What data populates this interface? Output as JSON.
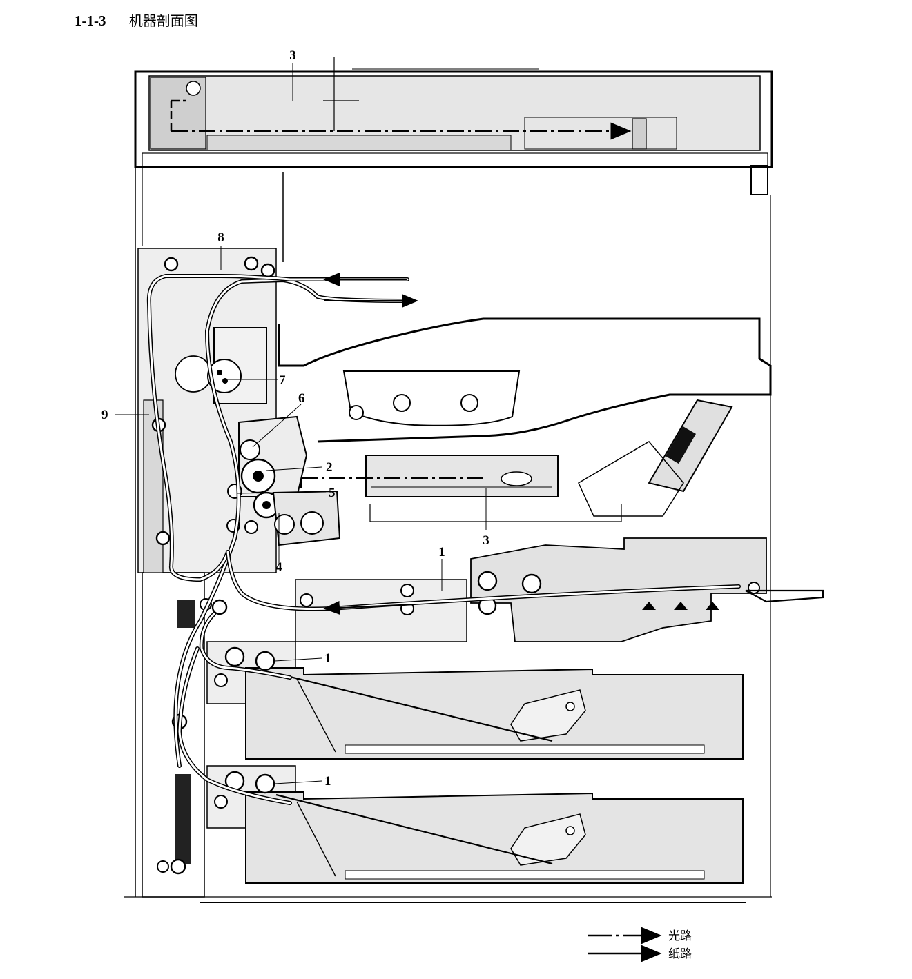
{
  "header": {
    "section_number": "1-1-3",
    "title": "机器剖面图"
  },
  "callouts": [
    "3",
    "8",
    "7",
    "6",
    "9",
    "2",
    "5",
    "3",
    "4",
    "1",
    "1",
    "1"
  ],
  "legend": {
    "light_path": "光路",
    "paper_path": "纸路"
  }
}
